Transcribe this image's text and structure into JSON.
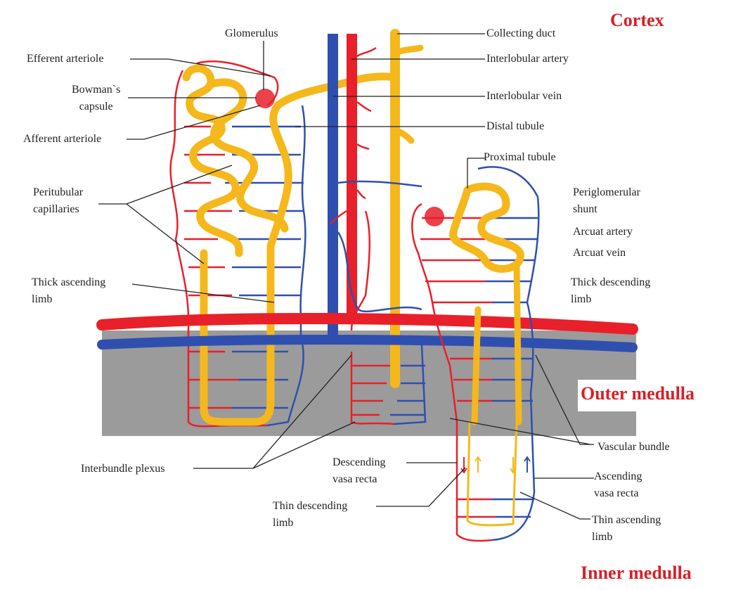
{
  "colors": {
    "artery": "#e8202a",
    "vein": "#2f4fb0",
    "tubule": "#f5b81c",
    "medulla": "#9b9b9b",
    "zone_label": "#d81f26",
    "leader": "#222222"
  },
  "zones": {
    "cortex": "Cortex",
    "outer_medulla": "Outer medulla",
    "inner_medulla": "Inner medulla"
  },
  "labels": {
    "glomerulus": "Glomerulus",
    "efferent_arteriole": "Efferent arteriole",
    "bowmans_capsule": "Bowman`s\ncapsule",
    "afferent_arteriole": "Afferent arteriole",
    "peritubular_capillaries": "Peritubular\ncapillaries",
    "thick_ascending_limb": "Thick ascending\nlimb",
    "collecting_duct": "Collecting duct",
    "interlobular_artery": "Interlobular artery",
    "interlobular_vein": "Interlobular vein",
    "distal_tubule": "Distal tubule",
    "proximal_tubule": "Proximal tubule",
    "periglomerular_shunt": "Periglomerular\nshunt",
    "arcuat_artery": "Arcuat artery",
    "arcuat_vein": "Arcuat vein",
    "thick_descending_limb": "Thick descending\nlimb",
    "vascular_bundle": "Vascular bundle",
    "interbundle_plexus": "Interbundle plexus",
    "descending_vasa_recta": "Descending\nvasa recta",
    "ascending_vasa_recta": "Ascending\nvasa recta",
    "thin_descending_limb": "Thin descending\nlimb",
    "thin_ascending_limb": "Thin ascending\nlimb"
  }
}
